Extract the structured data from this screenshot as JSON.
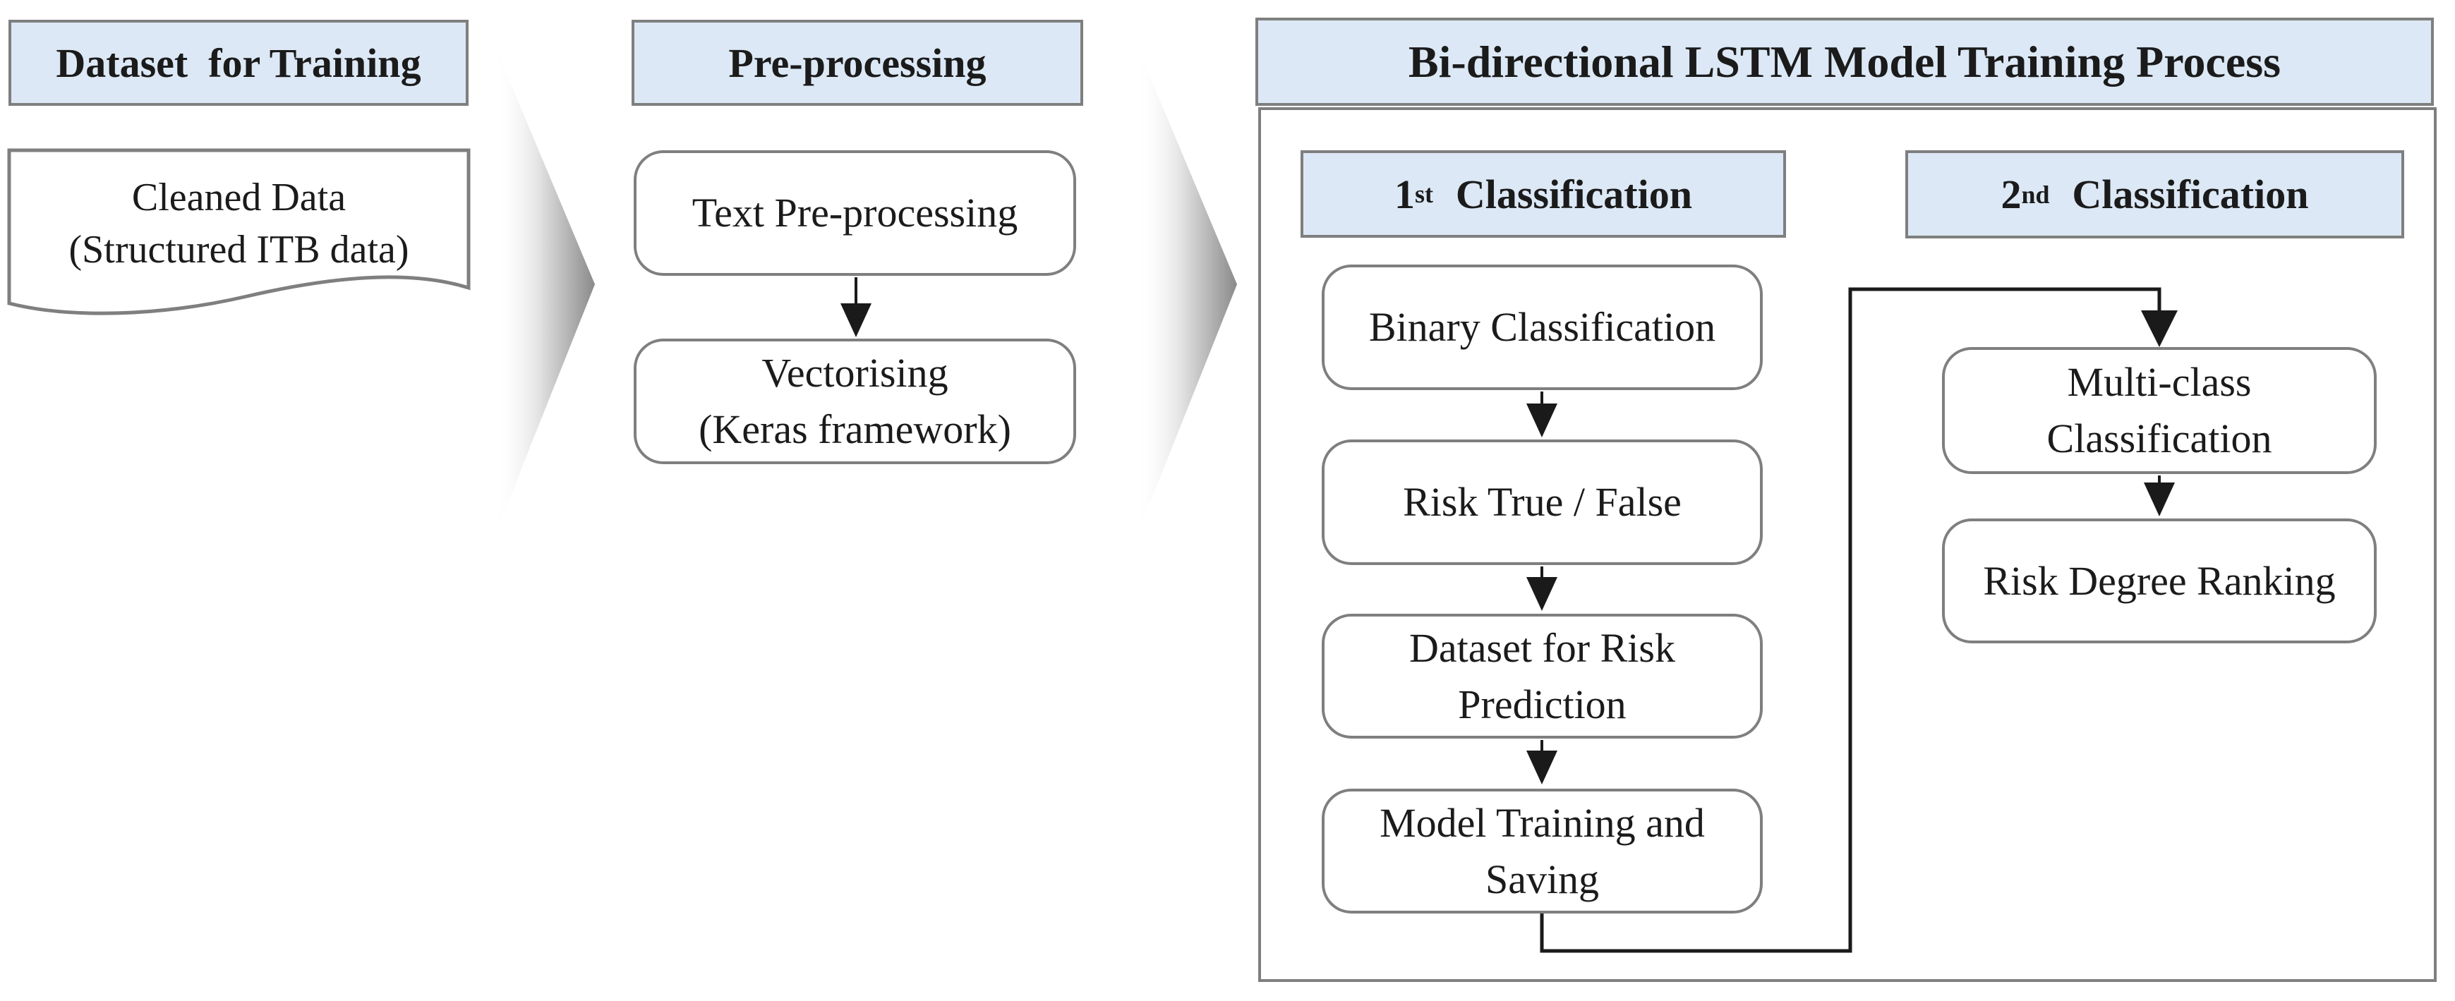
{
  "figure": {
    "left": {
      "header": "Dataset  for Training",
      "doc_text": "Cleaned Data\n(Structured ITB data)"
    },
    "pre": {
      "header": "Pre-processing",
      "step1": "Text Pre-processing",
      "step2": "Vectorising\n(Keras framework)"
    },
    "main": {
      "header": "Bi-directional LSTM Model Training Process",
      "c1": {
        "num": "1",
        "sup": "st",
        "rest": "Classification",
        "s1": "Binary Classification",
        "s2": "Risk True / False",
        "s3": "Dataset for Risk\nPrediction",
        "s4": "Model Training and\nSaving"
      },
      "c2": {
        "num": "2",
        "sup": "nd",
        "rest": "Classification",
        "s1": "Multi-class\nClassification",
        "s2": "Risk Degree Ranking"
      }
    }
  },
  "colors": {
    "header_fill": "#dce8f5",
    "box_border": "#7f7f7f",
    "text": "#1b1b1b",
    "connector": "#1a1a1a",
    "chevron_tip": "#8a8a8a"
  }
}
